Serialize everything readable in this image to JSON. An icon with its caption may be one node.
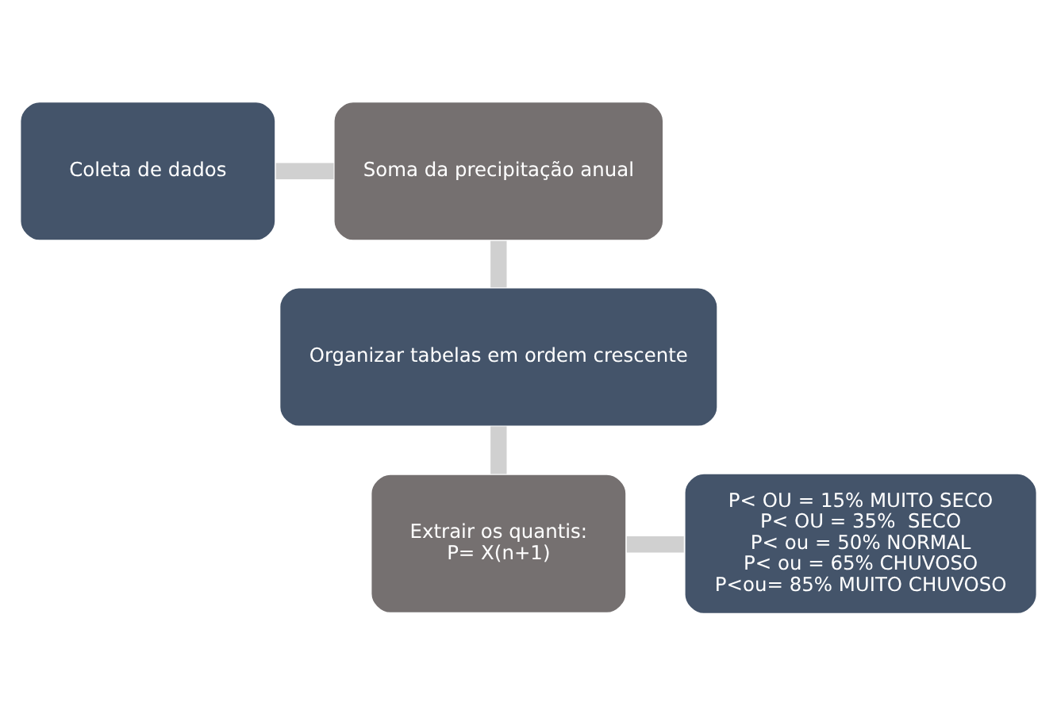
{
  "diagram": {
    "nodes": [
      {
        "text": [
          "Coleta de dados"
        ]
      },
      {
        "text": [
          "Soma da precipitação anual"
        ]
      },
      {
        "text": [
          "Organizar tabelas em ordem crescente"
        ]
      },
      {
        "text": [
          "Extrair os quantis:",
          "P= X(n+1)"
        ]
      },
      {
        "text": [
          "P< OU = 15% MUITO SECO",
          "P< OU = 35%  SECO",
          "P< ou = 50% NORMAL",
          "P< ou = 65% CHUVOSO",
          "P<ou= 85% MUITO CHUVOSO"
        ]
      }
    ],
    "edges": [
      {
        "from": 0,
        "to": 1,
        "arrow": "none"
      },
      {
        "from": 1,
        "to": 2,
        "arrow": "none"
      },
      {
        "from": 2,
        "to": 3,
        "arrow": "none"
      },
      {
        "from": 3,
        "to": 4,
        "arrow": "none"
      }
    ]
  }
}
